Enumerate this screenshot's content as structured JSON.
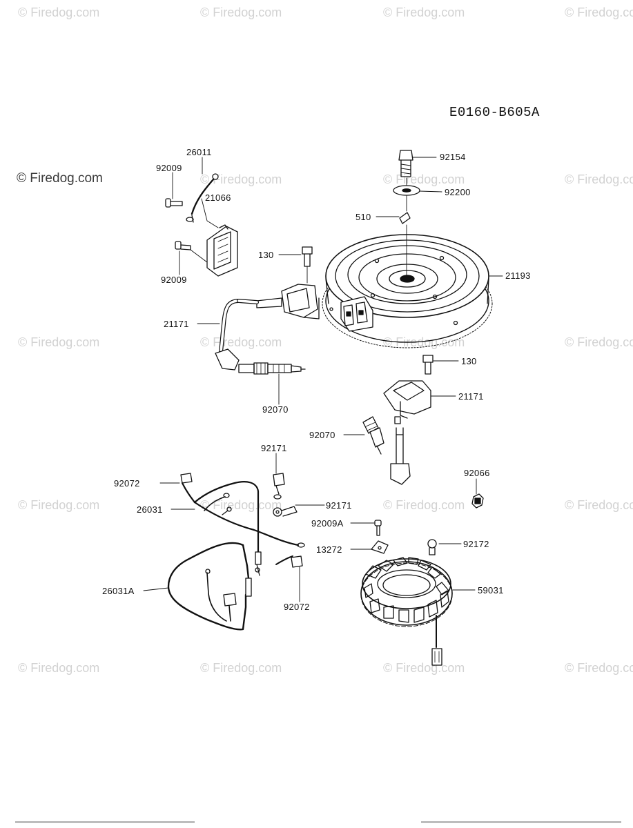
{
  "diagram": {
    "code": "E0160-B605A",
    "watermark": "© Firedog.com",
    "watermark_faint": "© Firedog.com",
    "parts": {
      "p92154": "92154",
      "p92200": "92200",
      "p510": "510",
      "p21193": "21193",
      "p26011": "26011",
      "p92009a": "92009",
      "p21066": "21066",
      "p92009b": "92009",
      "p130a": "130",
      "p21171a": "21171",
      "p92070a": "92070",
      "p130b": "130",
      "p21171b": "21171",
      "p92070b": "92070",
      "p92171a": "92171",
      "p92072a": "92072",
      "p26031": "26031",
      "p92171b": "92171",
      "p92066": "92066",
      "p92009A": "92009A",
      "p13272": "13272",
      "p92172": "92172",
      "p26031A": "26031A",
      "p92072b": "92072",
      "p59031": "59031"
    }
  }
}
